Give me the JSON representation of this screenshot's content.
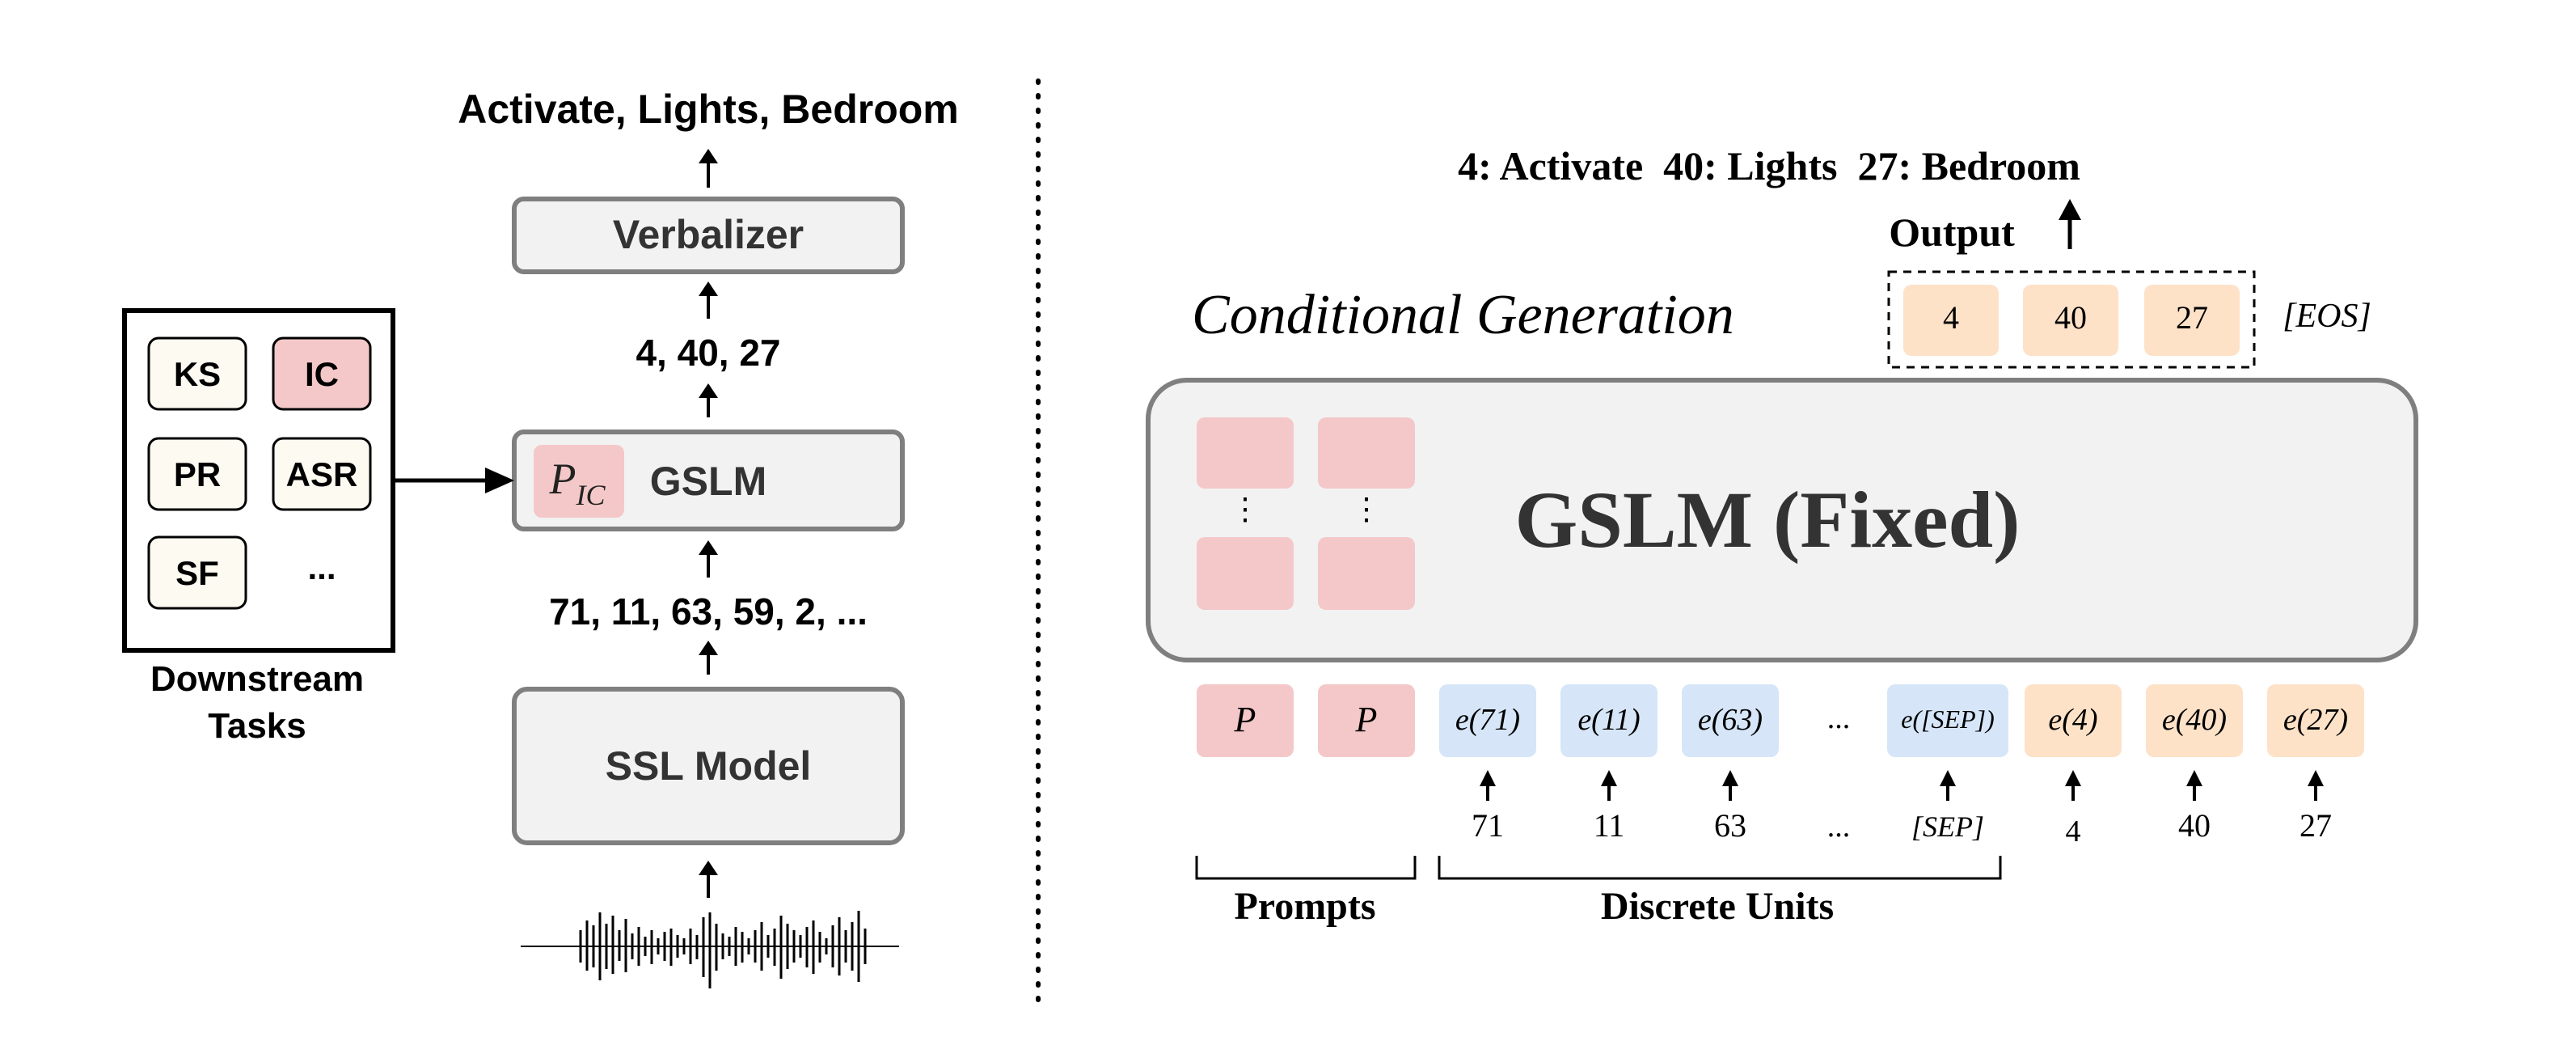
{
  "left": {
    "top_output": "Activate, Lights, Bedroom",
    "verbalizer": "Verbalizer",
    "label_ids": "4, 40, 27",
    "prompt_symbol": "P",
    "prompt_subscript": "IC",
    "gslm": "GSLM",
    "units": "71, 11, 63, 59, 2, ...",
    "ssl_model": "SSL Model",
    "tasks": [
      "KS",
      "IC",
      "PR",
      "ASR",
      "SF",
      "..."
    ],
    "downstream_line1": "Downstream",
    "downstream_line2": "Tasks"
  },
  "right": {
    "output_tokens": "4: Activate  40: Lights  27: Bedroom",
    "output_label": "Output",
    "conditional": "Conditional Generation",
    "out_boxes": [
      "4",
      "40",
      "27"
    ],
    "eos": "[EOS]",
    "gslm_fixed": "GSLM (Fixed)",
    "prompt_dots": [
      "⋮",
      "⋮"
    ],
    "inputs": [
      "P",
      "P",
      "e(71)",
      "e(11)",
      "e(63)",
      "...",
      "e([SEP])",
      "e(4)",
      "e(40)",
      "e(27)"
    ],
    "input_ids": [
      "71",
      "11",
      "63",
      "...",
      "[SEP]",
      "4",
      "40",
      "27"
    ],
    "prompts_label": "Prompts",
    "discrete_label": "Discrete Units"
  },
  "colors": {
    "pink": "#f4c8c8",
    "blue": "#d6e6f8",
    "orange": "#fde2c8",
    "box_gray": "#f2f2f2",
    "stroke_gray": "#7f7f7f",
    "task_fill": "#fdfaf2"
  }
}
